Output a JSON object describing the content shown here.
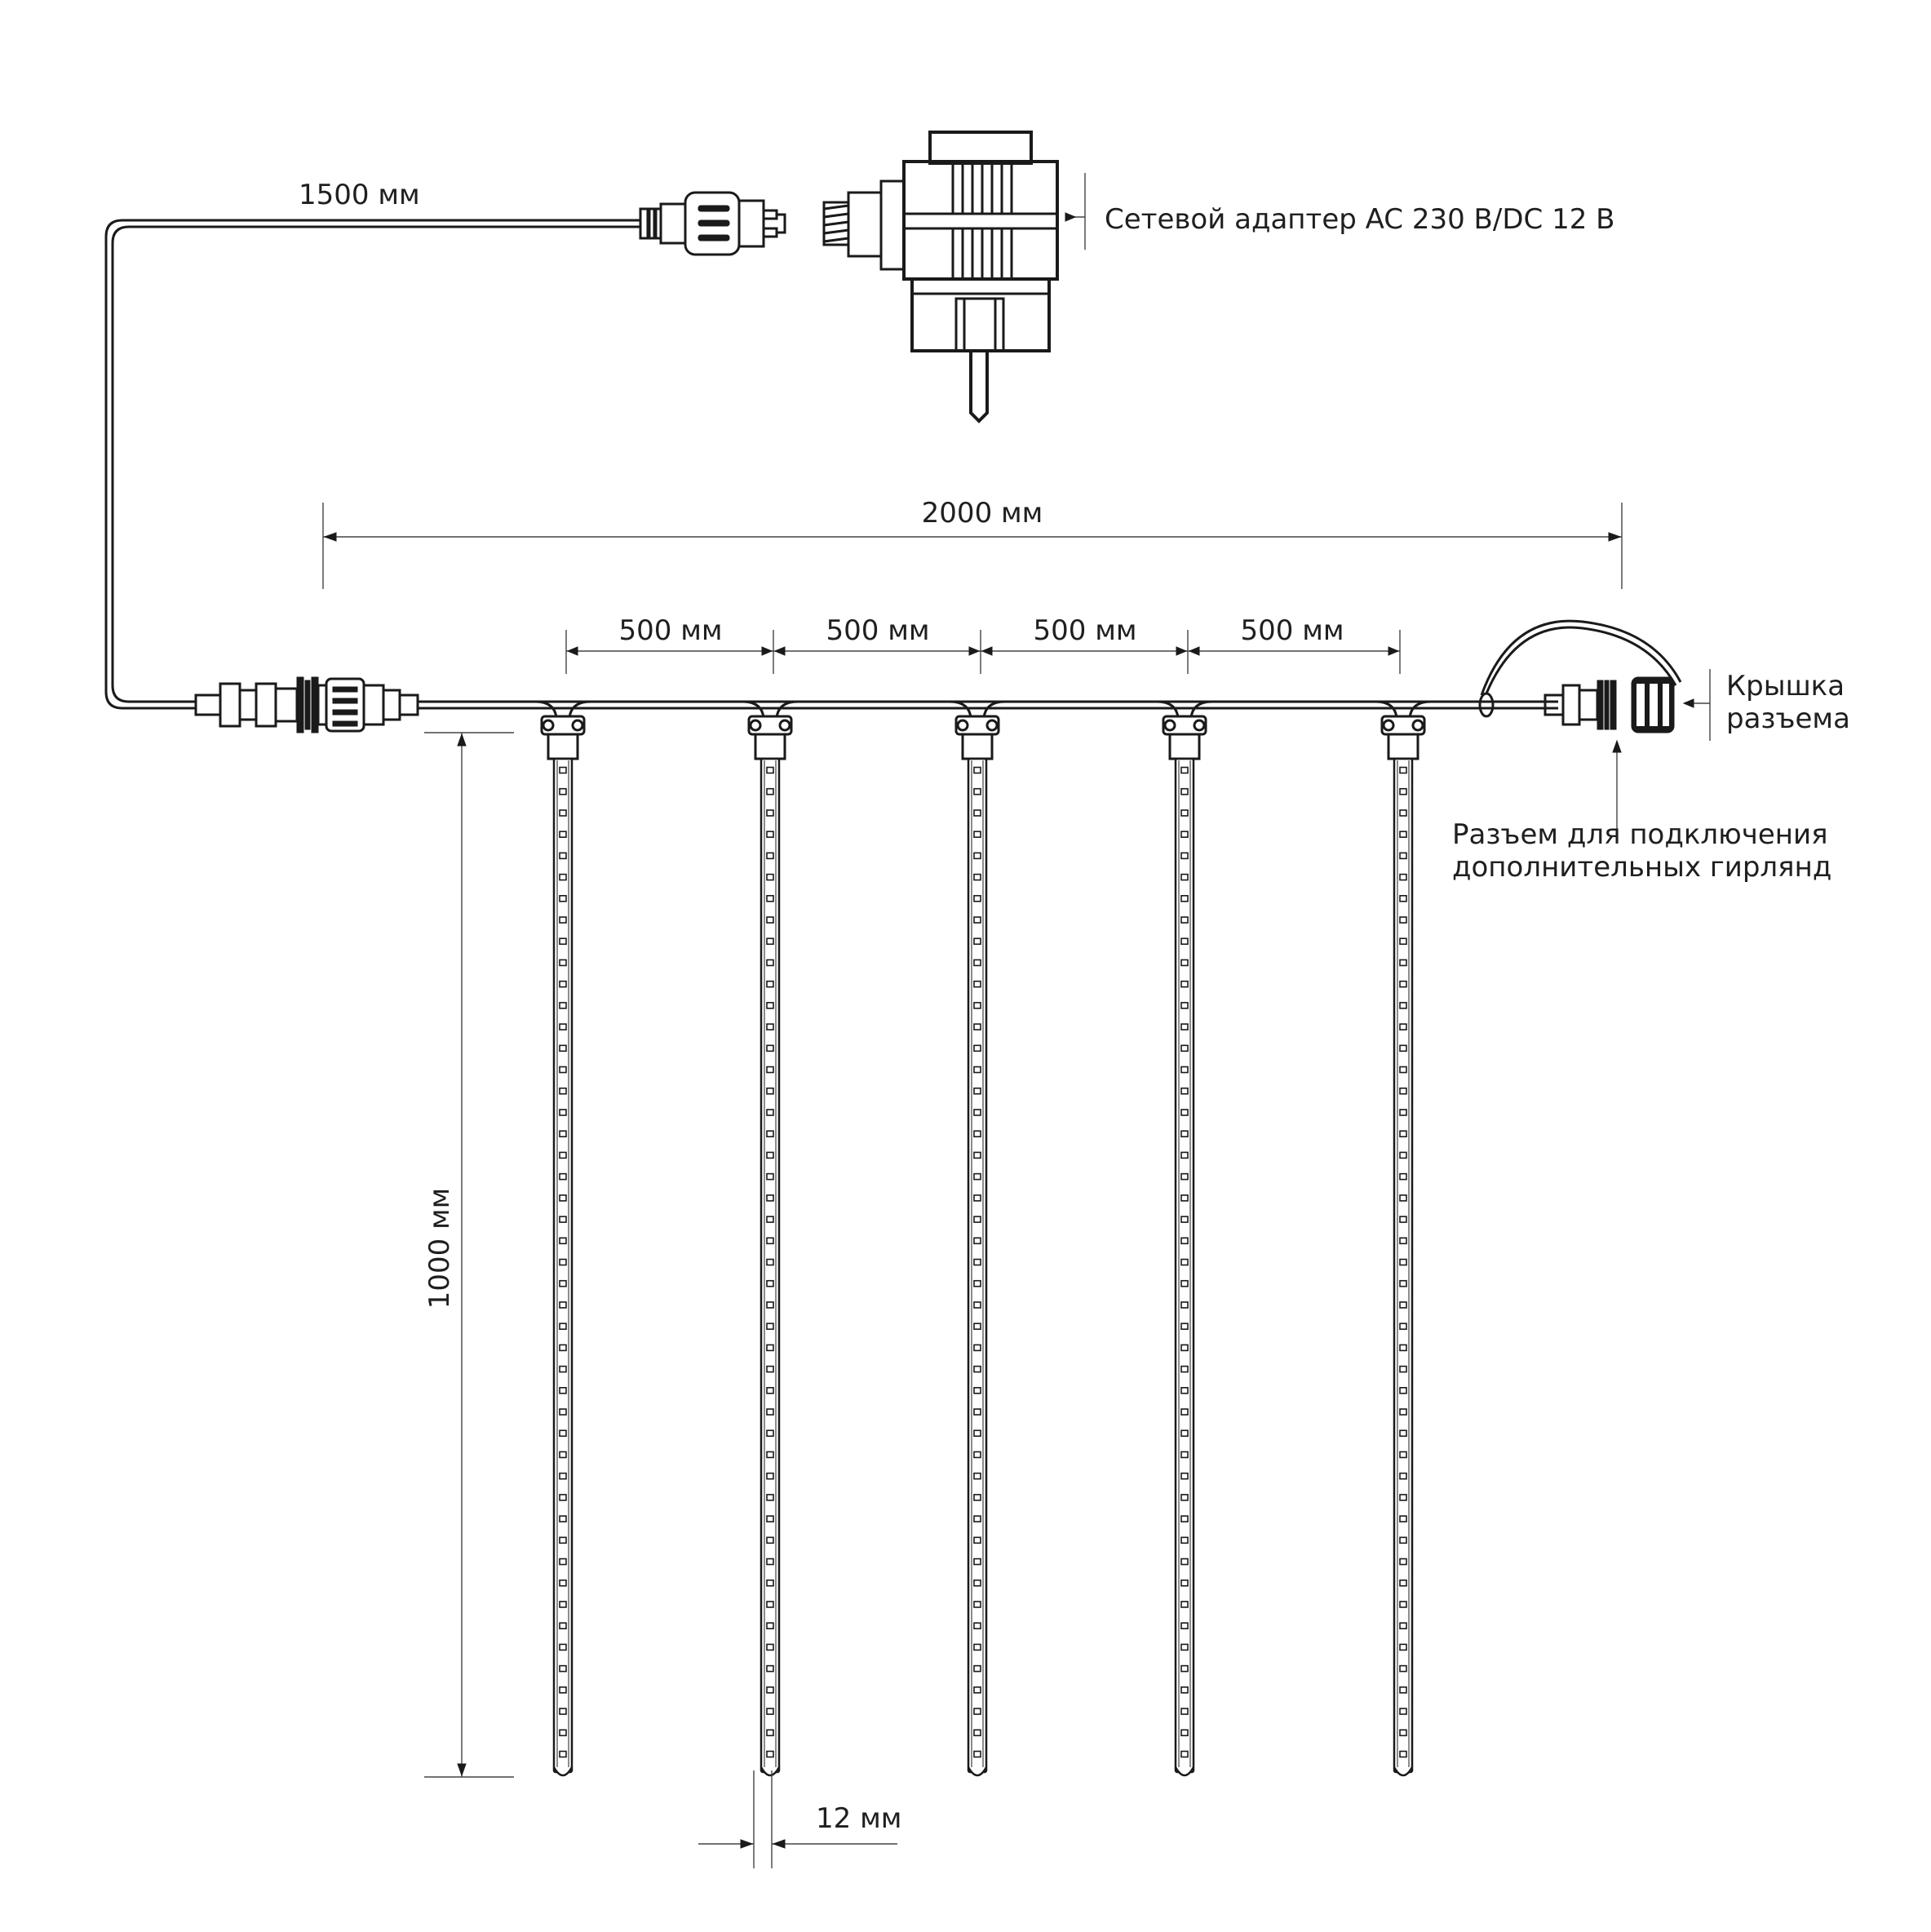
{
  "labels": {
    "cable_length": "1500 мм",
    "adapter": "Сетевой адаптер AC 230 В/DC 12 В",
    "total_length": "2000 мм",
    "spacing": [
      "500 мм",
      "500 мм",
      "500 мм",
      "500 мм"
    ],
    "tube_length": "1000 мм",
    "tube_diameter": "12 мм",
    "cap": [
      "Крышка",
      "разъема"
    ],
    "connector": [
      "Разъем для подключения",
      "дополнительных гирлянд"
    ]
  },
  "tubes": {
    "count": 5,
    "leds_per_tube": 47
  },
  "colors": {
    "line": "#1a1a1a",
    "text": "#1f1f1f",
    "background": "#ffffff"
  }
}
